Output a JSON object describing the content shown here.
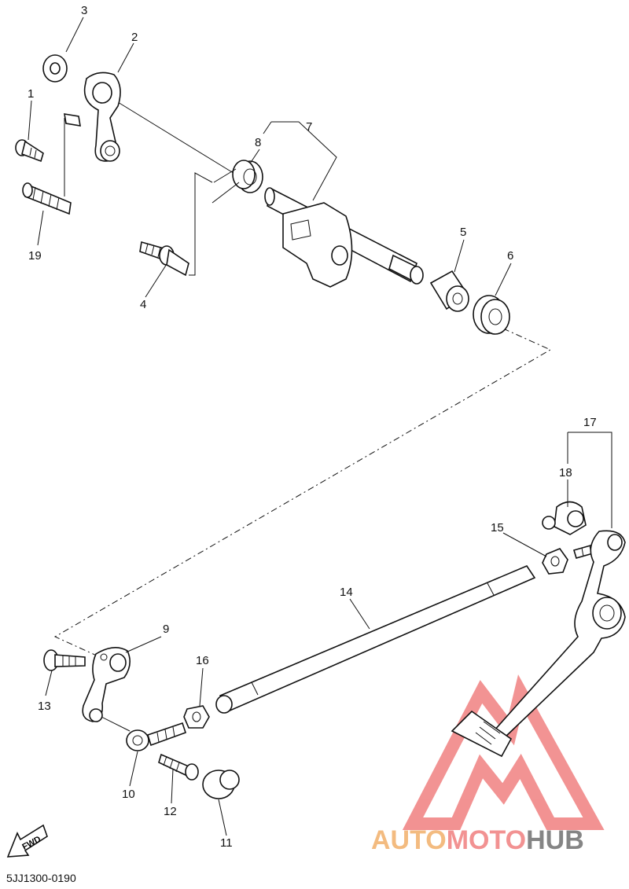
{
  "diagram": {
    "drawing_code": "5JJ1300-0190",
    "fwd_label": "FWD",
    "callouts": {
      "p1": "1",
      "p2": "2",
      "p3": "3",
      "p4": "4",
      "p5": "5",
      "p6": "6",
      "p7": "7",
      "p8": "8",
      "p9": "9",
      "p10": "10",
      "p11": "11",
      "p12": "12",
      "p13": "13",
      "p14": "14",
      "p15": "15",
      "p16": "16",
      "p17": "17",
      "p18": "18",
      "p19": "19"
    }
  },
  "watermark": {
    "part1": "AUTO",
    "part2": "MOTO",
    "part3": "HUB",
    "colors": {
      "orange": "#f2b06a",
      "red": "#f08080",
      "gray": "#707070"
    }
  }
}
